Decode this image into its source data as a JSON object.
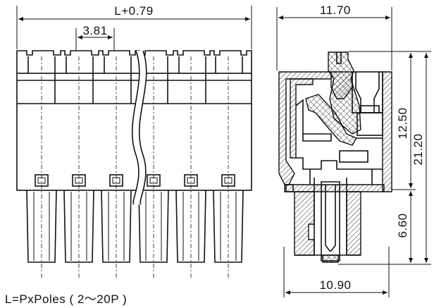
{
  "front_view": {
    "overall_length_label": "L+0.79",
    "pitch_label": "3.81",
    "pole_count_shown": 6
  },
  "side_view": {
    "top_width_label": "11.70",
    "bottom_width_label": "10.90",
    "upper_height_label": "12.50",
    "total_height_label": "21.20",
    "pin_height_label": "6.60"
  },
  "formula_note": "L=PxPoles ( 2～20P )"
}
